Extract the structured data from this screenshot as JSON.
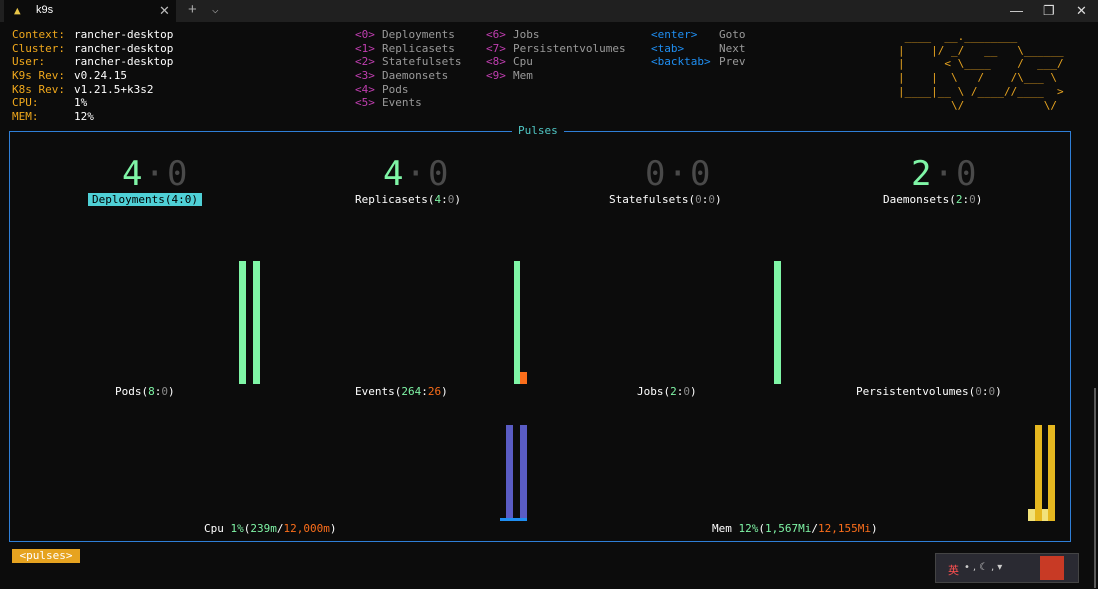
{
  "window": {
    "tab_title": "k9s",
    "tab_icon": "linux-penguin-icon",
    "close_tab": "✕",
    "new_tab": "+",
    "dropdown": "⌵",
    "minimize": "—",
    "maximize": "❐",
    "close": "✕"
  },
  "info": [
    {
      "key": "Context:",
      "value": "rancher-desktop"
    },
    {
      "key": "Cluster:",
      "value": "rancher-desktop"
    },
    {
      "key": "User:",
      "value": "rancher-desktop"
    },
    {
      "key": "K9s Rev:",
      "value": "v0.24.15"
    },
    {
      "key": "K8s Rev:",
      "value": "v1.21.5+k3s2"
    },
    {
      "key": "CPU:",
      "value": "1%"
    },
    {
      "key": "MEM:",
      "value": "12%"
    }
  ],
  "hotkeys_col1": [
    {
      "key": "<0>",
      "label": "Deployments"
    },
    {
      "key": "<1>",
      "label": "Replicasets"
    },
    {
      "key": "<2>",
      "label": "Statefulsets"
    },
    {
      "key": "<3>",
      "label": "Daemonsets"
    },
    {
      "key": "<4>",
      "label": "Pods"
    },
    {
      "key": "<5>",
      "label": "Events"
    }
  ],
  "hotkeys_col2": [
    {
      "key": "<6>",
      "label": "Jobs"
    },
    {
      "key": "<7>",
      "label": "Persistentvolumes"
    },
    {
      "key": "<8>",
      "label": "Cpu"
    },
    {
      "key": "<9>",
      "label": "Mem"
    }
  ],
  "nav_keys": [
    {
      "key": "<enter>",
      "label": "Goto"
    },
    {
      "key": "<tab>",
      "label": "Next"
    },
    {
      "key": "<backtab>",
      "label": "Prev"
    }
  ],
  "logo_text": " ____  __.________\n|    |/ _/   __   \\______\n|      < \\____    /  ___/\n|    |  \\   /    /\\___ \\\n|____|__ \\ /____//____  >\n        \\/            \\/",
  "frame_title": "Pulses",
  "counters": [
    {
      "name": "Deployments",
      "ok": "4",
      "err": "0",
      "selected": true
    },
    {
      "name": "Replicasets",
      "ok": "4",
      "err": "0",
      "selected": false
    },
    {
      "name": "Statefulsets",
      "ok": "0",
      "err": "0",
      "selected": false
    },
    {
      "name": "Daemonsets",
      "ok": "2",
      "err": "0",
      "selected": false
    }
  ],
  "gauges": [
    {
      "name": "Pods",
      "ok": "8",
      "err": "0"
    },
    {
      "name": "Events",
      "ok": "264",
      "err": "26"
    },
    {
      "name": "Jobs",
      "ok": "2",
      "err": "0"
    },
    {
      "name": "Persistentvolumes",
      "ok": "0",
      "err": "0"
    }
  ],
  "cpu": {
    "name": "Cpu",
    "pct": "1%",
    "used": "239m",
    "total": "12,000m"
  },
  "mem": {
    "name": "Mem",
    "pct": "12%",
    "used": "1,567Mi",
    "total": "12,155Mi"
  },
  "footer_tag": "<pulses>",
  "tray": {
    "ime": "英",
    "icons": "•,☾,▾"
  },
  "colors": {
    "ok": "#7ff5a6",
    "err": "#fb6e1b",
    "cpu": "#5a5cc4",
    "mem": "#e6b820",
    "frame": "#2f7fd7",
    "title": "#4fc6c4",
    "label": "#f0a81c",
    "hotkey": "#c03eb0",
    "nav": "#1f8ef1"
  }
}
